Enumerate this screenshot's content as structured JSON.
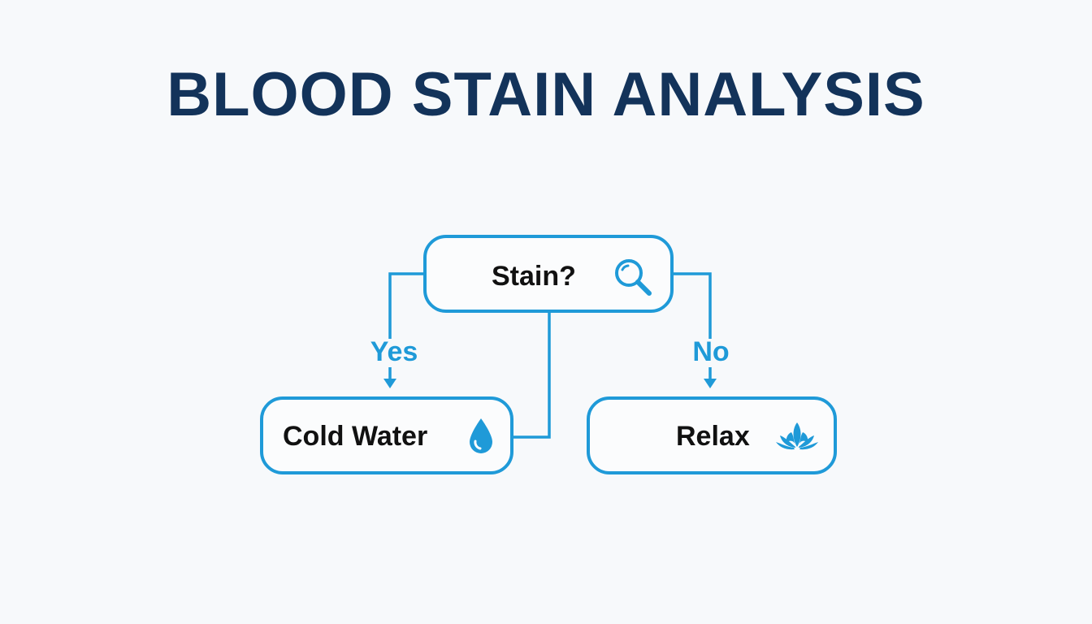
{
  "title": "BLOOD STAIN ANALYSIS",
  "colors": {
    "title": "#13335a",
    "accent": "#1f9ad8",
    "text": "#111111",
    "background": "#f7f9fb"
  },
  "nodes": {
    "stain": {
      "label": "Stain?",
      "icon": "magnifier-icon"
    },
    "cold_water": {
      "label": "Cold Water",
      "icon": "water-drop-icon"
    },
    "relax": {
      "label": "Relax",
      "icon": "lotus-icon"
    }
  },
  "branches": {
    "yes": "Yes",
    "no": "No"
  }
}
